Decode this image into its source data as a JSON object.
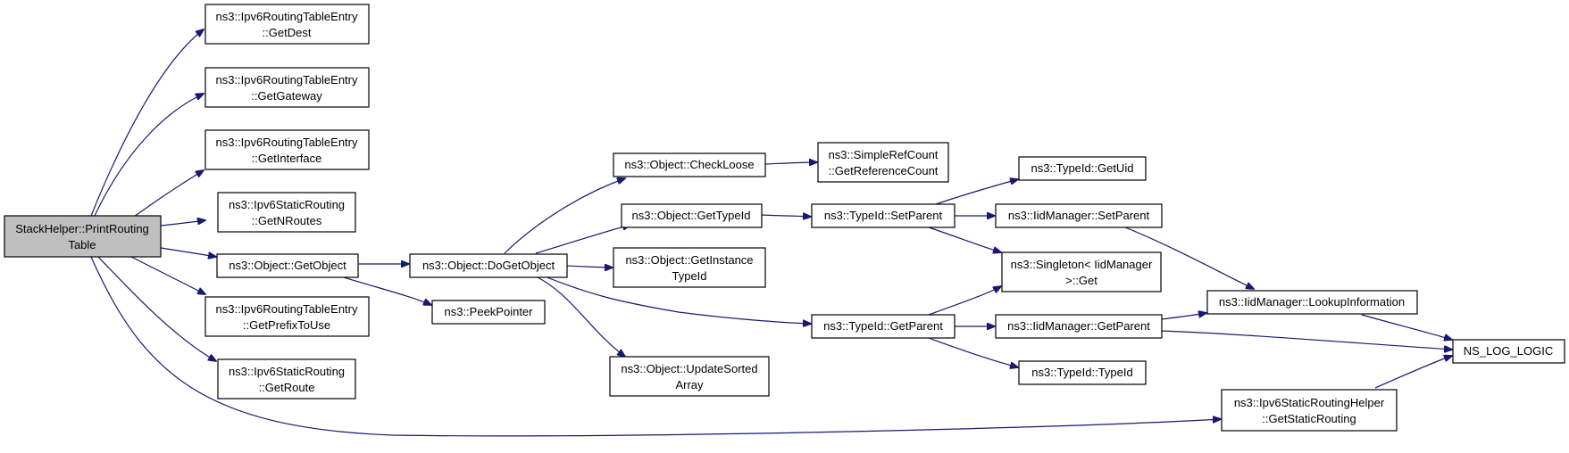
{
  "colors": {
    "edge": "#191970",
    "root_fill": "#bfbfbf",
    "node_fill": "#ffffff",
    "border": "#000000"
  },
  "nodes": {
    "root": [
      "StackHelper::PrintRouting",
      "Table"
    ],
    "getdest": [
      "ns3::Ipv6RoutingTableEntry",
      "::GetDest"
    ],
    "getgateway": [
      "ns3::Ipv6RoutingTableEntry",
      "::GetGateway"
    ],
    "getinterface": [
      "ns3::Ipv6RoutingTableEntry",
      "::GetInterface"
    ],
    "getnroutes": [
      "ns3::Ipv6StaticRouting",
      "::GetNRoutes"
    ],
    "getobject": [
      "ns3::Object::GetObject"
    ],
    "getprefixtouse": [
      "ns3::Ipv6RoutingTableEntry",
      "::GetPrefixToUse"
    ],
    "getroute": [
      "ns3::Ipv6StaticRouting",
      "::GetRoute"
    ],
    "dogetobject": [
      "ns3::Object::DoGetObject"
    ],
    "peekpointer": [
      "ns3::PeekPointer"
    ],
    "checkloose": [
      "ns3::Object::CheckLoose"
    ],
    "objgettypeid": [
      "ns3::Object::GetTypeId"
    ],
    "getinstancetypeid": [
      "ns3::Object::GetInstance",
      "TypeId"
    ],
    "updatesorted": [
      "ns3::Object::UpdateSorted",
      "Array"
    ],
    "getrefcount": [
      "ns3::SimpleRefCount",
      "::GetReferenceCount"
    ],
    "setparent": [
      "ns3::TypeId::SetParent"
    ],
    "tgetparent": [
      "ns3::TypeId::GetParent"
    ],
    "getuid": [
      "ns3::TypeId::GetUid"
    ],
    "iidsetparent": [
      "ns3::IidManager::SetParent"
    ],
    "singleton": [
      "ns3::Singleton< IidManager",
      ">::Get"
    ],
    "iidgetparent": [
      "ns3::IidManager::GetParent"
    ],
    "typeidctor": [
      "ns3::TypeId::TypeId"
    ],
    "lookup": [
      "ns3::IidManager::LookupInformation"
    ],
    "getstaticrouting": [
      "ns3::Ipv6StaticRoutingHelper",
      "::GetStaticRouting"
    ],
    "nslog": [
      "NS_LOG_LOGIC"
    ]
  }
}
